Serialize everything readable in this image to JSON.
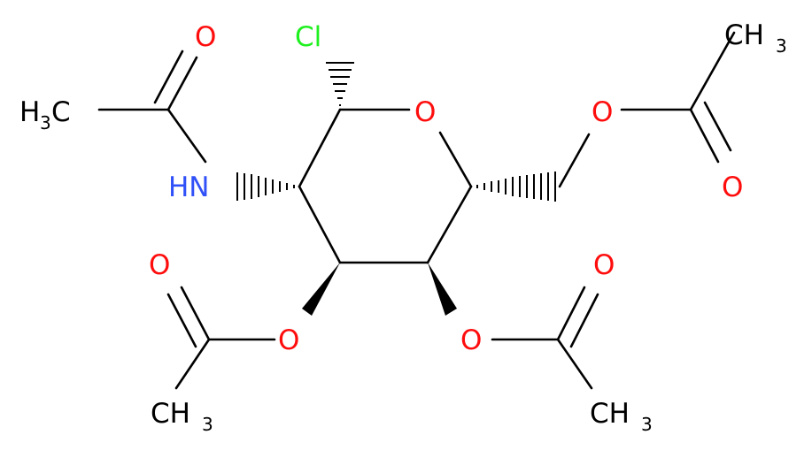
{
  "atoms": {
    "cl": {
      "text": "Cl",
      "color": "#1ff01f"
    },
    "ring_o": {
      "text": "O",
      "color": "#ff0d0d"
    },
    "nh": {
      "text": "HN",
      "color": "#3050f8"
    },
    "amide_o": {
      "text": "O",
      "color": "#ff0d0d"
    },
    "amide_ch3": {
      "main": "H",
      "sub": "3",
      "tail": "C",
      "color": "#000000"
    },
    "c6_ester_o": {
      "text": "O",
      "color": "#ff0d0d"
    },
    "c6_carbonyl_o": {
      "text": "O",
      "color": "#ff0d0d"
    },
    "c6_ch3": {
      "main": "CH",
      "sub": "3",
      "color": "#000000"
    },
    "c3_ester_o": {
      "text": "O",
      "color": "#ff0d0d"
    },
    "c3_carbonyl_o": {
      "text": "O",
      "color": "#ff0d0d"
    },
    "c3_ch3": {
      "main": "CH",
      "sub": "3",
      "color": "#000000"
    },
    "c4_ester_o": {
      "text": "O",
      "color": "#ff0d0d"
    },
    "c4_carbonyl_o": {
      "text": "O",
      "color": "#ff0d0d"
    },
    "c4_ch3": {
      "main": "CH",
      "sub": "3",
      "color": "#000000"
    }
  }
}
